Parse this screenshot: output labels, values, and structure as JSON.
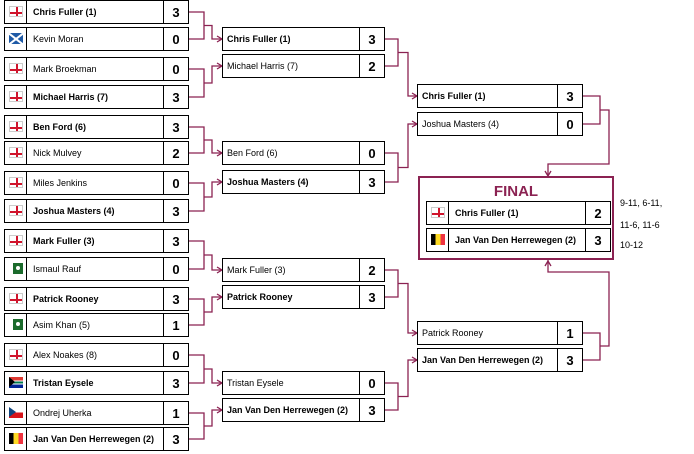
{
  "colors": {
    "connector": "#8b2252",
    "final_title": "#8b2252",
    "border": "#000000"
  },
  "round1": [
    {
      "player": "Chris Fuller (1)",
      "score": "3",
      "flag": "england-flag-icon",
      "winner": true
    },
    {
      "player": "Kevin Moran",
      "score": "0",
      "flag": "scotland-flag-icon",
      "winner": false
    },
    {
      "player": "Mark Broekman",
      "score": "0",
      "flag": "england-flag-icon",
      "winner": false
    },
    {
      "player": "Michael Harris (7)",
      "score": "3",
      "flag": "england-flag-icon",
      "winner": true
    },
    {
      "player": "Ben Ford (6)",
      "score": "3",
      "flag": "england-flag-icon",
      "winner": true
    },
    {
      "player": "Nick Mulvey",
      "score": "2",
      "flag": "england-flag-icon",
      "winner": false
    },
    {
      "player": "Miles Jenkins",
      "score": "0",
      "flag": "england-flag-icon",
      "winner": false
    },
    {
      "player": "Joshua Masters (4)",
      "score": "3",
      "flag": "england-flag-icon",
      "winner": true
    },
    {
      "player": "Mark Fuller (3)",
      "score": "3",
      "flag": "england-flag-icon",
      "winner": true
    },
    {
      "player": "Ismaul Rauf",
      "score": "0",
      "flag": "pakistan-flag-icon",
      "winner": false
    },
    {
      "player": "Patrick Rooney",
      "score": "3",
      "flag": "england-flag-icon",
      "winner": true
    },
    {
      "player": "Asim Khan (5)",
      "score": "1",
      "flag": "pakistan-flag-icon",
      "winner": false
    },
    {
      "player": "Alex Noakes (8)",
      "score": "0",
      "flag": "england-flag-icon",
      "winner": false
    },
    {
      "player": "Tristan Eysele",
      "score": "3",
      "flag": "south-africa-flag-icon",
      "winner": true
    },
    {
      "player": "Ondrej Uherka",
      "score": "1",
      "flag": "czech-flag-icon",
      "winner": false
    },
    {
      "player": "Jan Van Den Herrewegen (2)",
      "score": "3",
      "flag": "belgium-flag-icon",
      "winner": true
    }
  ],
  "quarterfinals": [
    {
      "player": "Chris Fuller (1)",
      "score": "3",
      "winner": true
    },
    {
      "player": "Michael Harris (7)",
      "score": "2",
      "winner": false
    },
    {
      "player": "Ben Ford (6)",
      "score": "0",
      "winner": false
    },
    {
      "player": "Joshua Masters  (4)",
      "score": "3",
      "winner": true
    },
    {
      "player": "Mark Fuller (3)",
      "score": "2",
      "winner": false
    },
    {
      "player": "Patrick Rooney",
      "score": "3",
      "winner": true
    },
    {
      "player": "Tristan Eysele",
      "score": "0",
      "winner": false
    },
    {
      "player": "Jan Van Den Herrewegen (2)",
      "score": "3",
      "winner": true
    }
  ],
  "semifinals": [
    {
      "player": "Chris Fuller (1)",
      "score": "3",
      "winner": true
    },
    {
      "player": "Joshua Masters  (4)",
      "score": "0",
      "winner": false
    },
    {
      "player": "Patrick Rooney",
      "score": "1",
      "winner": false
    },
    {
      "player": "Jan Van Den Herrewegen (2)",
      "score": "3",
      "winner": true
    }
  ],
  "final": {
    "title": "FINAL",
    "players": [
      {
        "player": "Chris Fuller (1)",
        "score": "2",
        "flag": "england-flag-icon",
        "winner": false
      },
      {
        "player": "Jan Van Den Herrewegen (2)",
        "score": "3",
        "flag": "belgium-flag-icon",
        "winner": true
      }
    ],
    "set_scores": [
      "9-11, 6-11,",
      "11-6, 11-6",
      "10-12"
    ]
  }
}
